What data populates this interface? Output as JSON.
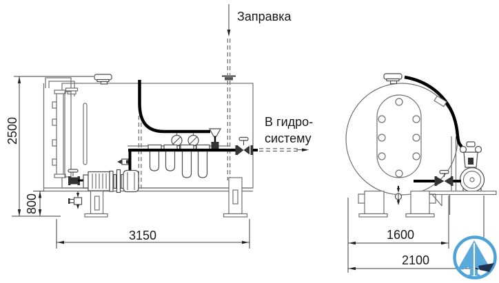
{
  "drawing": {
    "type": "technical-drawing",
    "labels": {
      "filling": "Заправка",
      "to_hydraulic_system_line1": "В гидро-",
      "to_hydraulic_system_line2": "систему"
    },
    "dimensions": {
      "overall_height": "2500",
      "pump_axis_height": "800",
      "overall_length": "3150",
      "tank_width": "1600",
      "overall_width": "2100"
    },
    "icons": {
      "logo": "sailboat-logo"
    },
    "colors": {
      "outline": "#6e6e6e",
      "pipe": "#000000",
      "dimension": "#3c3c3c",
      "logo_blue": "#57a8db",
      "logo_navy": "#1e3350"
    }
  }
}
